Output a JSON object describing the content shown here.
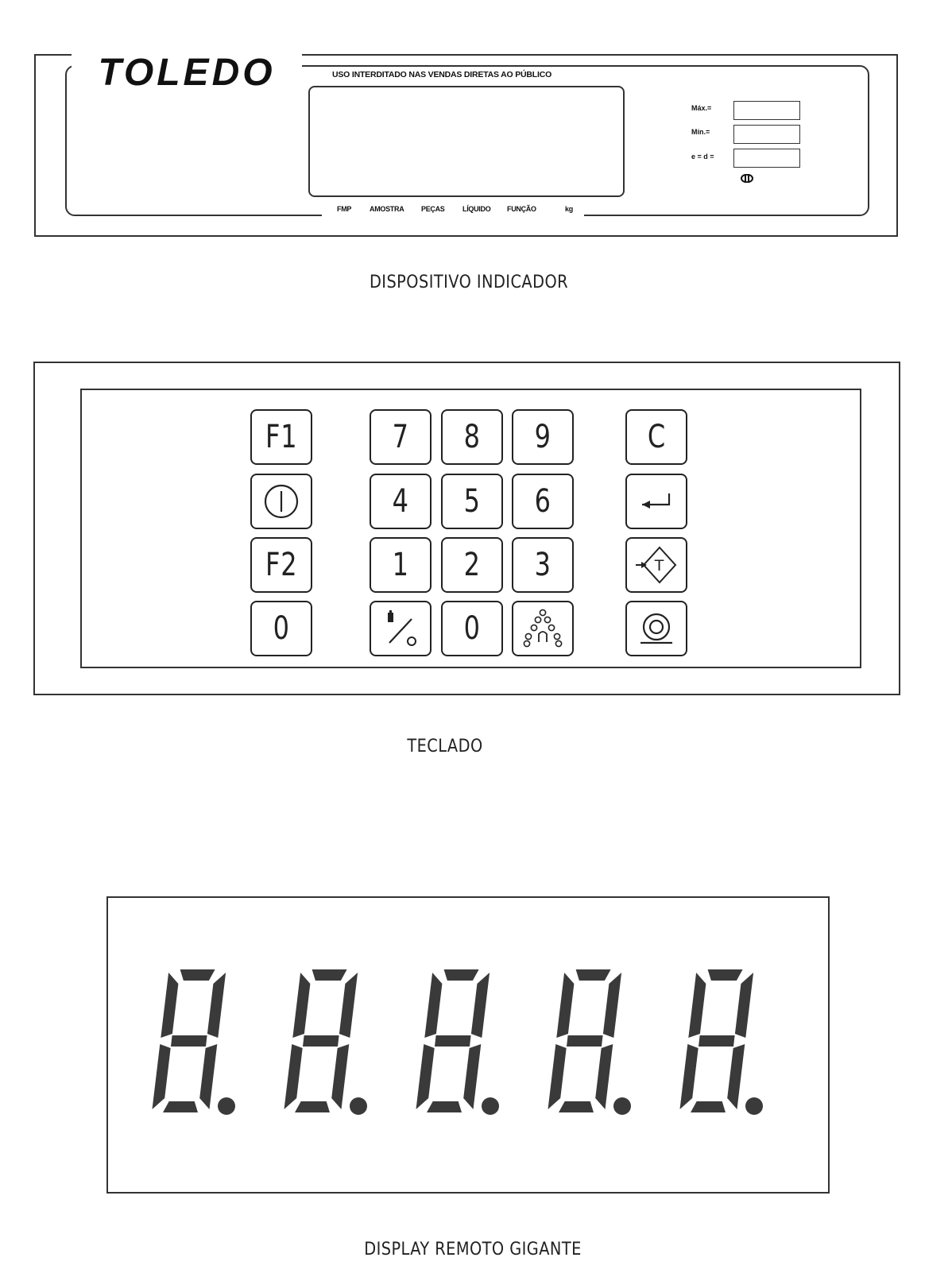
{
  "indicator": {
    "brand": "TOLEDO",
    "notice": "USO INTERDITADO NAS VENDAS DIRETAS AO PÚBLICO",
    "annunciators": [
      "FMP",
      "AMOSTRA",
      "PEÇAS",
      "LÍQUIDO",
      "FUNÇÃO",
      "kg"
    ],
    "spec_labels": [
      "Máx.=",
      "Mín.=",
      "e = d ="
    ],
    "caption": "DISPOSITIVO INDICADOR"
  },
  "keypad": {
    "caption": "TECLADO",
    "keys": {
      "f1": "F1",
      "f2": "F2",
      "zero_left": "0",
      "seven": "7",
      "eight": "8",
      "nine": "9",
      "four": "4",
      "five": "5",
      "six": "6",
      "one": "1",
      "two": "2",
      "three": "3",
      "zero": "0",
      "clear": "C",
      "power_icon": "power-icon",
      "percent_icon": "percent-weight-icon",
      "count_icon": "piece-count-icon",
      "enter_icon": "enter-icon",
      "tare_icon": "tare-icon",
      "zero_icon": "zero-icon"
    }
  },
  "remote_display": {
    "caption": "DISPLAY REMOTO GIGANTE",
    "digits": 5,
    "segment_color": "#3a3a3a"
  }
}
